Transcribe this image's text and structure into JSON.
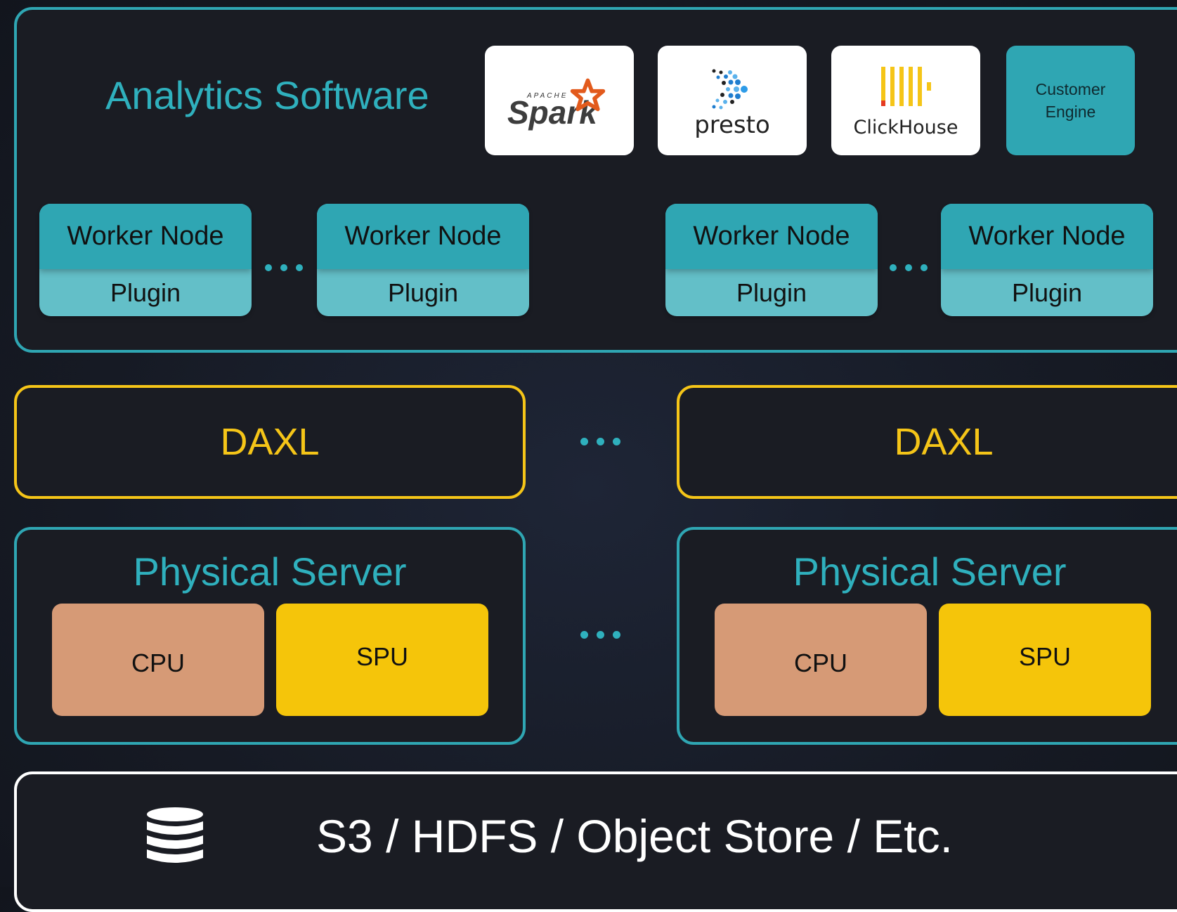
{
  "analytics": {
    "title": "Analytics Software",
    "engines": [
      {
        "name": "Spark",
        "icon": "spark-logo",
        "wordmark_top": "APACHE",
        "wordmark": "Spark"
      },
      {
        "name": "presto",
        "icon": "presto-logo",
        "wordmark": "presto"
      },
      {
        "name": "ClickHouse",
        "icon": "clickhouse-logo",
        "wordmark": "ClickHouse"
      }
    ],
    "customer_engine": {
      "line1": "Customer",
      "line2": "Engine"
    },
    "workers": [
      {
        "node_label": "Worker Node",
        "plugin_label": "Plugin"
      },
      {
        "node_label": "Worker Node",
        "plugin_label": "Plugin"
      },
      {
        "node_label": "Worker Node",
        "plugin_label": "Plugin"
      },
      {
        "node_label": "Worker Node",
        "plugin_label": "Plugin"
      }
    ]
  },
  "daxl": [
    {
      "label": "DAXL"
    },
    {
      "label": "DAXL"
    }
  ],
  "servers": [
    {
      "title": "Physical Server",
      "cpu_label": "CPU",
      "spu_label": "SPU"
    },
    {
      "title": "Physical Server",
      "cpu_label": "CPU",
      "spu_label": "SPU"
    }
  ],
  "storage": {
    "label": "S3 / HDFS / Object Store / Etc.",
    "icon": "database-icon"
  },
  "colors": {
    "teal": "#2fa6b3",
    "teal_light": "#63bfc8",
    "yellow": "#f5c518",
    "cpu": "#d69a76",
    "spu": "#f5c50a",
    "background": "#161a24"
  }
}
